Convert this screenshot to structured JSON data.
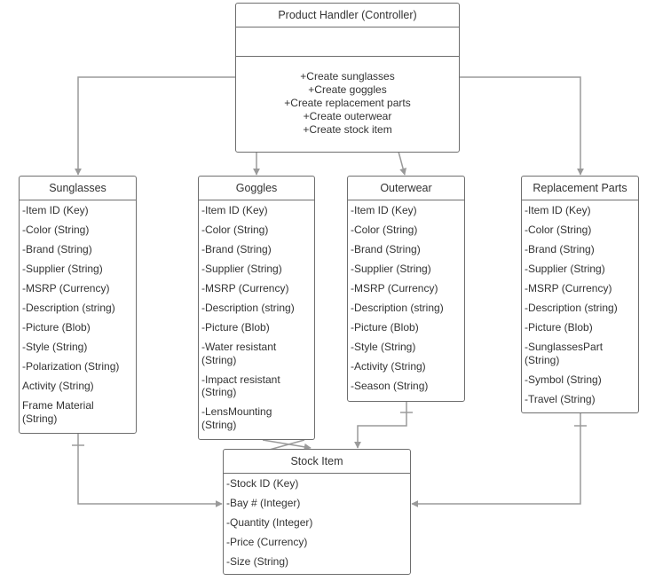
{
  "diagram": {
    "controller": {
      "title": "Product Handler (Controller)",
      "methods": [
        "+Create sunglasses",
        "+Create goggles",
        "+Create replacement parts",
        "+Create outerwear",
        "+Create stock item"
      ]
    },
    "sunglasses": {
      "title": "Sunglasses",
      "attributes": [
        "-Item ID (Key)",
        "-Color (String)",
        "-Brand (String)",
        "-Supplier (String)",
        "-MSRP (Currency)",
        "-Description (string)",
        "-Picture (Blob)",
        "-Style (String)",
        "-Polarization (String)",
        "Activity (String)",
        "Frame Material (String)"
      ]
    },
    "goggles": {
      "title": "Goggles",
      "attributes": [
        "-Item ID (Key)",
        "-Color (String)",
        "-Brand (String)",
        "-Supplier (String)",
        "-MSRP (Currency)",
        "-Description (string)",
        "-Picture (Blob)",
        "-Water resistant (String)",
        "-Impact resistant (String)",
        "-LensMounting (String)"
      ]
    },
    "outerwear": {
      "title": "Outerwear",
      "attributes": [
        "-Item ID (Key)",
        "-Color (String)",
        "-Brand (String)",
        "-Supplier (String)",
        "-MSRP (Currency)",
        "-Description (string)",
        "-Picture (Blob)",
        "-Style (String)",
        "-Activity (String)",
        "-Season (String)"
      ]
    },
    "replacement_parts": {
      "title": "Replacement Parts",
      "attributes": [
        "-Item ID (Key)",
        "-Color (String)",
        "-Brand (String)",
        "-Supplier (String)",
        "-MSRP (Currency)",
        "-Description (string)",
        "-Picture (Blob)",
        "-SunglassesPart (String)",
        "-Symbol (String)",
        "-Travel (String)"
      ]
    },
    "stock_item": {
      "title": "Stock Item",
      "attributes": [
        "-Stock ID (Key)",
        "-Bay # (Integer)",
        "-Quantity (Integer)",
        "-Price (Currency)",
        "-Size (String)"
      ]
    },
    "colors": {
      "box_border": "#6e6e6e",
      "connector": "#9a9a9a",
      "text": "#333333"
    }
  }
}
